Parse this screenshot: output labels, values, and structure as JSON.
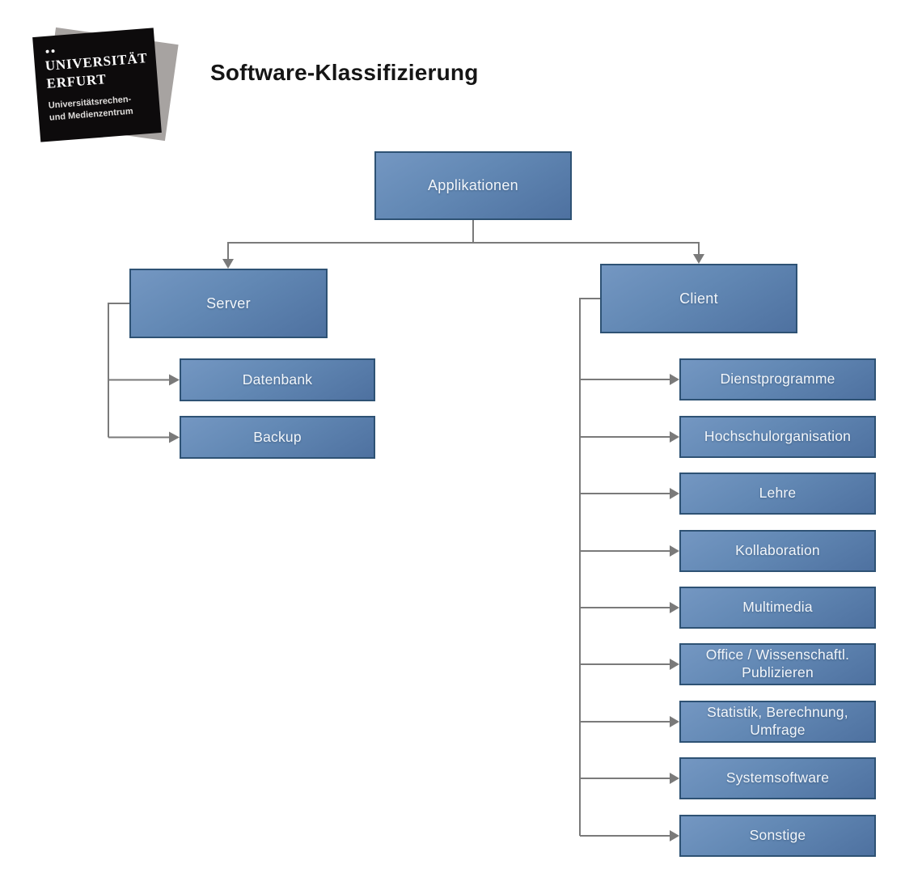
{
  "title": "Software-Klassifizierung",
  "logo": {
    "org_line1": "UNIVERSITÄT",
    "org_line2": "ERFURT",
    "sub_line1": "Universitätsrechen-",
    "sub_line2": "und Medienzentrum"
  },
  "colors": {
    "node_fill_light": "#7497c2",
    "node_fill_dark": "#4e71a0",
    "node_border": "#2e5274",
    "node_text": "#f2f6fb",
    "connector": "#7a7a7a",
    "logo_black": "#0d0b0c",
    "logo_gray": "#a7a3a1",
    "title_text": "#151515",
    "background": "#ffffff"
  },
  "diagram": {
    "root": {
      "label": "Applikationen"
    },
    "branches": [
      {
        "label": "Server",
        "children": [
          {
            "label": "Datenbank"
          },
          {
            "label": "Backup"
          }
        ]
      },
      {
        "label": "Client",
        "children": [
          {
            "label": "Dienstprogramme"
          },
          {
            "label": "Hochschulorganisation"
          },
          {
            "label": "Lehre"
          },
          {
            "label": "Kollaboration"
          },
          {
            "label": "Multimedia"
          },
          {
            "label": "Office / Wissenschaftl. Publizieren"
          },
          {
            "label": "Statistik, Berechnung, Umfrage"
          },
          {
            "label": "Systemsoftware"
          },
          {
            "label": "Sonstige"
          }
        ]
      }
    ]
  }
}
